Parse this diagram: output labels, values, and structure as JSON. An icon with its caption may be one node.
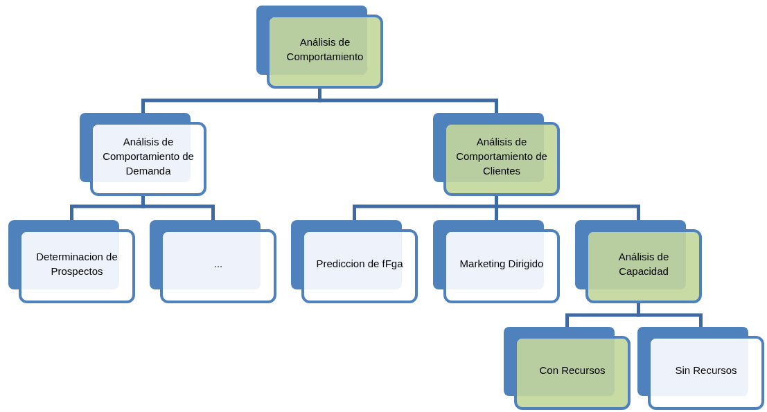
{
  "diagram": {
    "nodes": [
      {
        "text": [
          "Análisis de Comportamiento"
        ]
      },
      {
        "text": [
          "Análisis de Comportamiento de Demanda"
        ]
      },
      {
        "text": [
          "Análisis de Comportamiento de Clientes"
        ]
      },
      {
        "text": [
          "Determinacion de Prospectos"
        ]
      },
      {
        "text": [
          "..."
        ]
      },
      {
        "text": [
          "Prediccion de fFga"
        ]
      },
      {
        "text": [
          "Marketing Dirigido"
        ]
      },
      {
        "text": [
          "Análisis de Capacidad"
        ]
      },
      {
        "text": [
          "Con Recursos"
        ]
      },
      {
        "text": [
          "Sin Recursos"
        ]
      }
    ],
    "edges": [
      {
        "from": 0,
        "to": 1,
        "arrow": "none"
      },
      {
        "from": 0,
        "to": 2,
        "arrow": "none"
      },
      {
        "from": 1,
        "to": 3,
        "arrow": "none"
      },
      {
        "from": 1,
        "to": 4,
        "arrow": "none"
      },
      {
        "from": 2,
        "to": 5,
        "arrow": "none"
      },
      {
        "from": 2,
        "to": 6,
        "arrow": "none"
      },
      {
        "from": 2,
        "to": 7,
        "arrow": "none"
      },
      {
        "from": 7,
        "to": 8,
        "arrow": "none"
      },
      {
        "from": 7,
        "to": 9,
        "arrow": "none"
      }
    ]
  }
}
